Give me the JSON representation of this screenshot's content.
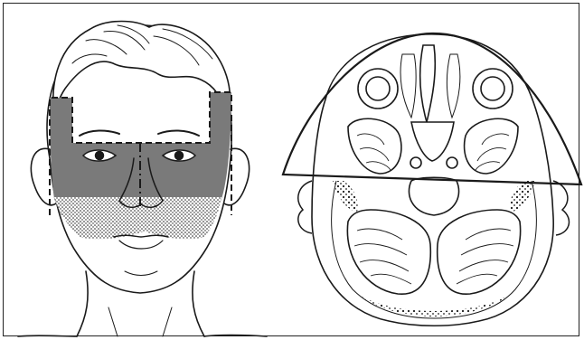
{
  "figure": {
    "panels": [
      {
        "id": "face-front-view",
        "type": "illustration",
        "visible_text": ""
      },
      {
        "id": "head-axial-cross-section",
        "type": "illustration",
        "visible_text": ""
      }
    ],
    "colors": {
      "line": "#1a1a1a",
      "shaded_field": "#7a7a7a",
      "stipple_dot": "#1a1a1a",
      "background": "#ffffff"
    },
    "marks": {
      "field_outline": "dashed-rectangle",
      "lower_margin": "stippled-band",
      "midline": "dash-dot-vertical",
      "cross_section_overlay": "semicircular-dome"
    }
  }
}
